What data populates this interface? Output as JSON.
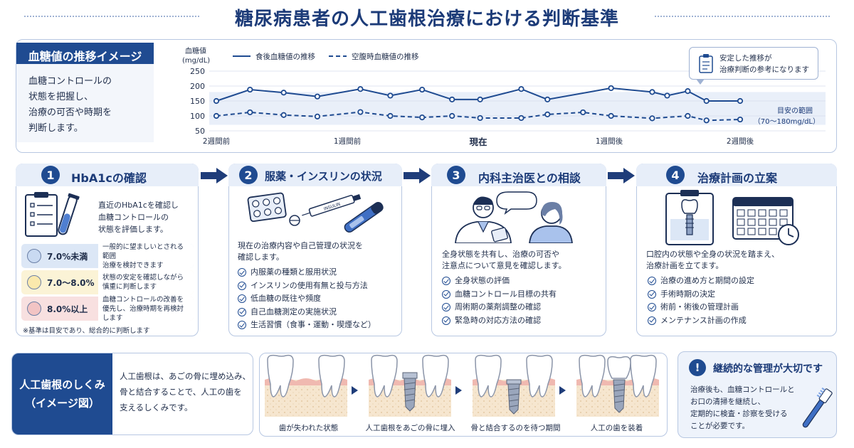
{
  "title": "糖尿病患者の人工歯根治療における判断基準",
  "glucose": {
    "header": "血糖値の推移イメージ",
    "desc": [
      "血糖コントロールの",
      "状態を把握し、",
      "治療の可否や時期を",
      "判断します。"
    ],
    "callout": [
      "安定した推移が",
      "治療判断の参考になります"
    ],
    "range_label": [
      "目安の範囲",
      "（70〜180mg/dL）"
    ]
  },
  "chart_data": {
    "type": "line",
    "ylabel": [
      "血糖値",
      "(mg/dL)"
    ],
    "ylim": [
      50,
      250
    ],
    "yticks": [
      250,
      200,
      150,
      100,
      50
    ],
    "band": [
      70,
      180
    ],
    "xtick_labels": [
      {
        "label": "2週間前",
        "x": 0
      },
      {
        "label": "1週間前",
        "x": 7
      },
      {
        "label": "現在",
        "x": 14
      },
      {
        "label": "1週間後",
        "x": 21
      },
      {
        "label": "2週間後",
        "x": 28
      }
    ],
    "series": [
      {
        "name": "食後血糖値の推移",
        "style": "solid",
        "color": "#1f4b91",
        "x": [
          0,
          1.8,
          3.6,
          5.4,
          7.7,
          9.3,
          11,
          12.6,
          14.1,
          16.3,
          17.7,
          21.1,
          23.3,
          24.1,
          25.2,
          26.2,
          28
        ],
        "values": [
          150,
          188,
          178,
          165,
          190,
          168,
          188,
          155,
          155,
          190,
          155,
          193,
          180,
          168,
          183,
          150,
          150
        ]
      },
      {
        "name": "空腹時血糖値の推移",
        "style": "dashed",
        "color": "#1f4b91",
        "x": [
          0,
          1.8,
          3.6,
          5.4,
          7.7,
          9.3,
          11,
          12.6,
          14.1,
          16.3,
          17.7,
          19.6,
          21.1,
          23.3,
          25.2,
          26.2,
          28
        ],
        "values": [
          100,
          112,
          103,
          98,
          113,
          100,
          95,
          100,
          93,
          93,
          105,
          112,
          100,
          92,
          100,
          85,
          88
        ]
      }
    ]
  },
  "steps": [
    {
      "num": "1",
      "title": "HbA1cの確認",
      "text": [
        "直近のHbA1cを確認し",
        "血糖コントロールの",
        "状態を評価します。"
      ],
      "levels": [
        {
          "value": "7.0%未満",
          "desc": [
            "一般的に望ましいとされる範囲",
            "治療を検討できます"
          ],
          "color": "#dce7f6",
          "dot": "#c9daf2"
        },
        {
          "value": "7.0〜8.0%",
          "desc": [
            "状態の安定を確認しながら",
            "慎重に判断します"
          ],
          "color": "#fbf3d6",
          "dot": "#fbe9ad"
        },
        {
          "value": "8.0%以上",
          "desc": [
            "血糖コントロールの改善を",
            "優先し、治療時期を再検討します"
          ],
          "color": "#f8e0e0",
          "dot": "#f2c4c4"
        }
      ],
      "note": "※基準は目安であり、総合的に判断します"
    },
    {
      "num": "2",
      "title": "服薬・インスリンの状況",
      "text": [
        "現在の治療内容や自己管理の状況を",
        "確認します。"
      ],
      "checks": [
        "内服薬の種類と服用状況",
        "インスリンの使用有無と投与方法",
        "低血糖の既往や頻度",
        "自己血糖測定の実施状況",
        "生活習慣（食事・運動・喫煙など）"
      ],
      "pen_label": "INSULIN"
    },
    {
      "num": "3",
      "title": "内科主治医との相談",
      "text": [
        "全身状態を共有し、治療の可否や",
        "注意点について意見を確認します。"
      ],
      "checks": [
        "全身状態の評価",
        "血糖コントロール目標の共有",
        "周術期の薬剤調整の確認",
        "緊急時の対応方法の確認"
      ]
    },
    {
      "num": "4",
      "title": "治療計画の立案",
      "text": [
        "口腔内の状態や全身の状況を踏まえ、",
        "治療計画を立てます。"
      ],
      "checks": [
        "治療の進め方と期間の設定",
        "手術時期の決定",
        "術前・術後の管理計画",
        "メンテナンス計画の作成"
      ]
    }
  ],
  "implant": {
    "header": [
      "人工歯根のしくみ",
      "（イメージ図）"
    ],
    "desc": [
      "人工歯根は、あごの骨に埋め込み、",
      "骨と結合することで、人工の歯を",
      "支えるしくみです。"
    ],
    "stages": [
      "歯が失われた状態",
      "人工歯根をあごの骨に埋入",
      "骨と結合するのを待つ期間",
      "人工の歯を装着"
    ]
  },
  "maintenance": {
    "title": "継続的な管理が大切です",
    "text": [
      "治療後も、血糖コントロールと",
      "お口の清掃を継続し、",
      "定期的に検査・診察を受ける",
      "ことが必要です。"
    ]
  }
}
